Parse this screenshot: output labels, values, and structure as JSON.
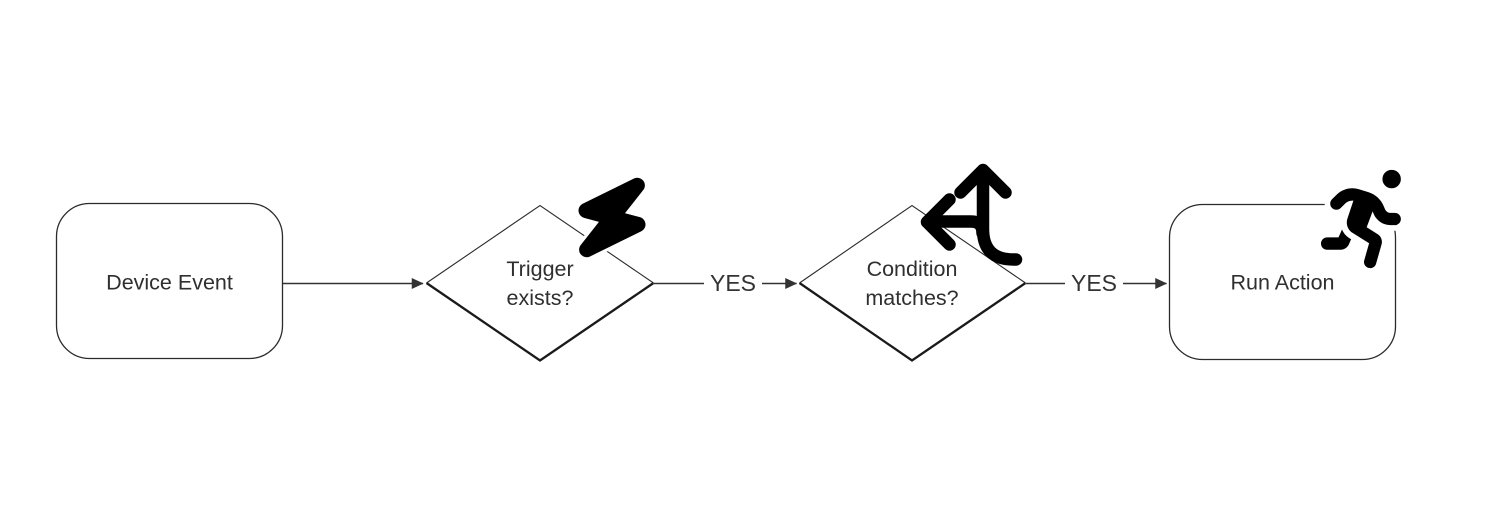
{
  "diagram": {
    "type": "flowchart",
    "direction": "left-to-right",
    "background": "#ffffff",
    "colors": {
      "edge_line": "#333333",
      "node_border": "#2b2b2b",
      "node_fill": "#ffffff",
      "node_text": "#2f2f2f",
      "edge_label_text": "#333333",
      "icon": "#000000"
    },
    "nodes": {
      "device_event": {
        "label": "Device Event",
        "shape": "rounded-rectangle",
        "icon": ""
      },
      "trigger_exists": {
        "label": "Trigger exists?",
        "shape": "diamond",
        "icon": "lightning-bolt"
      },
      "condition_matches": {
        "label": "Condition matches?",
        "shape": "diamond",
        "icon": "split-arrows"
      },
      "run_action": {
        "label": "Run Action",
        "shape": "rounded-rectangle",
        "icon": "person-running"
      }
    },
    "edges": [
      {
        "from": "device_event",
        "to": "trigger_exists",
        "label": ""
      },
      {
        "from": "trigger_exists",
        "to": "condition_matches",
        "label": "YES"
      },
      {
        "from": "condition_matches",
        "to": "run_action",
        "label": "YES"
      }
    ]
  }
}
